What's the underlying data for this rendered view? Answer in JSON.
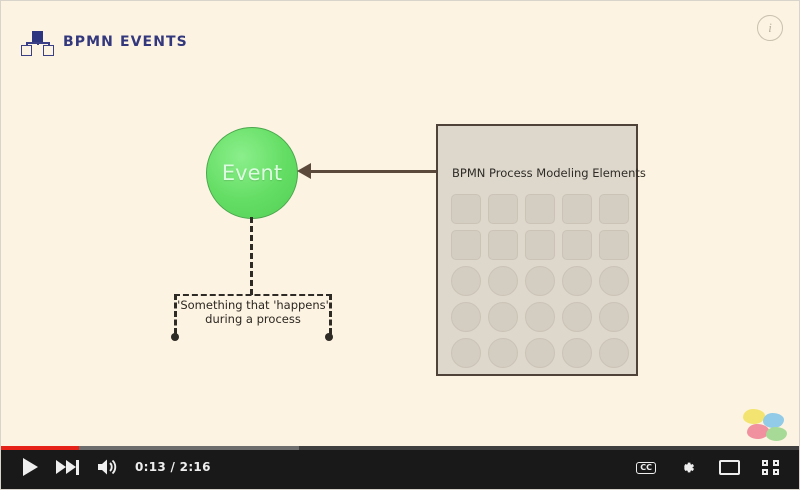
{
  "video": {
    "brand": {
      "title": "BPMN EVENTS",
      "icon": "org-chart-icon",
      "color": "#33387d"
    },
    "info_button": {
      "icon": "info-circle-icon",
      "label": "i"
    },
    "scene": {
      "event_node": {
        "label": "Event",
        "shape": "circle",
        "fill": "#63dd63",
        "border": "#4aa84d",
        "text_color": "#ddfbe0"
      },
      "annotation": {
        "line1": "'Something that 'happens'",
        "line2": "during a process",
        "style": "dashed-bracket"
      },
      "arrow": {
        "direction": "left",
        "color": "#5b4a3c"
      },
      "panel": {
        "title": "BPMN Process Modeling Elements",
        "background": "#ddd7cc",
        "border": "#4e4239",
        "grid": {
          "columns": 5,
          "rows": [
            {
              "shape": "rounded-square",
              "count": 5
            },
            {
              "shape": "rounded-square",
              "count": 5
            },
            {
              "shape": "circle",
              "count": 5
            },
            {
              "shape": "circle",
              "count": 5
            },
            {
              "shape": "circle",
              "count": 5
            }
          ]
        }
      }
    },
    "watermark": {
      "name": "colorful-blobs-logo",
      "blobs": [
        {
          "name": "blob-yellow",
          "color": "#f2e25e"
        },
        {
          "name": "blob-blue",
          "color": "#7fc5e8"
        },
        {
          "name": "blob-pink",
          "color": "#ef7f93"
        },
        {
          "name": "blob-green",
          "color": "#9ad68a"
        }
      ]
    }
  },
  "player": {
    "progress": {
      "played_pct": 9.8,
      "buffered_pct": 37.3,
      "played_color": "#e62117",
      "buffered_color": "#6d6d6d",
      "track_color": "#3f3f3f"
    },
    "left_controls": [
      {
        "name": "play-button",
        "icon": "play-icon"
      },
      {
        "name": "next-button",
        "icon": "next-track-icon"
      },
      {
        "name": "volume-button",
        "icon": "volume-icon"
      }
    ],
    "time": {
      "current": "0:13",
      "separator": " / ",
      "duration": "2:16",
      "display": "0:13 / 2:16"
    },
    "right_controls": [
      {
        "name": "captions-button",
        "icon": "cc-icon",
        "label": "CC"
      },
      {
        "name": "settings-button",
        "icon": "gear-icon"
      },
      {
        "name": "theater-button",
        "icon": "theater-mode-icon"
      },
      {
        "name": "fullscreen-button",
        "icon": "fullscreen-icon"
      }
    ]
  }
}
